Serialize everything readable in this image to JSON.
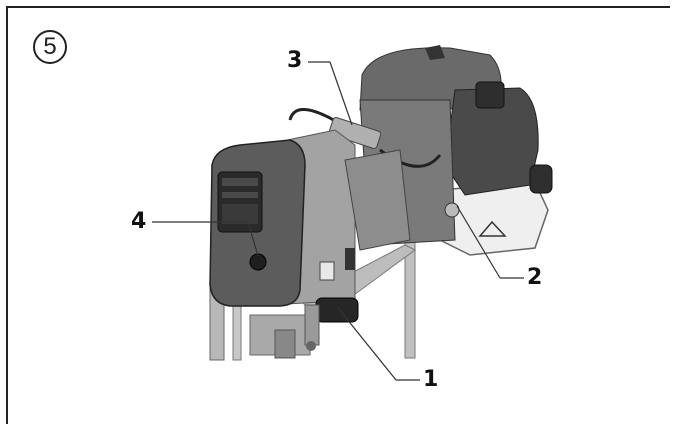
{
  "figure": {
    "step_number": "5",
    "callouts": [
      {
        "id": "1",
        "label": "1"
      },
      {
        "id": "2",
        "label": "2"
      },
      {
        "id": "3",
        "label": "3"
      },
      {
        "id": "4",
        "label": "4"
      }
    ],
    "colors": {
      "frame": "#222222",
      "leader_line": "#333333",
      "engine_body": "#5a5a5a",
      "pump_housing": "#9a9a9a"
    }
  }
}
